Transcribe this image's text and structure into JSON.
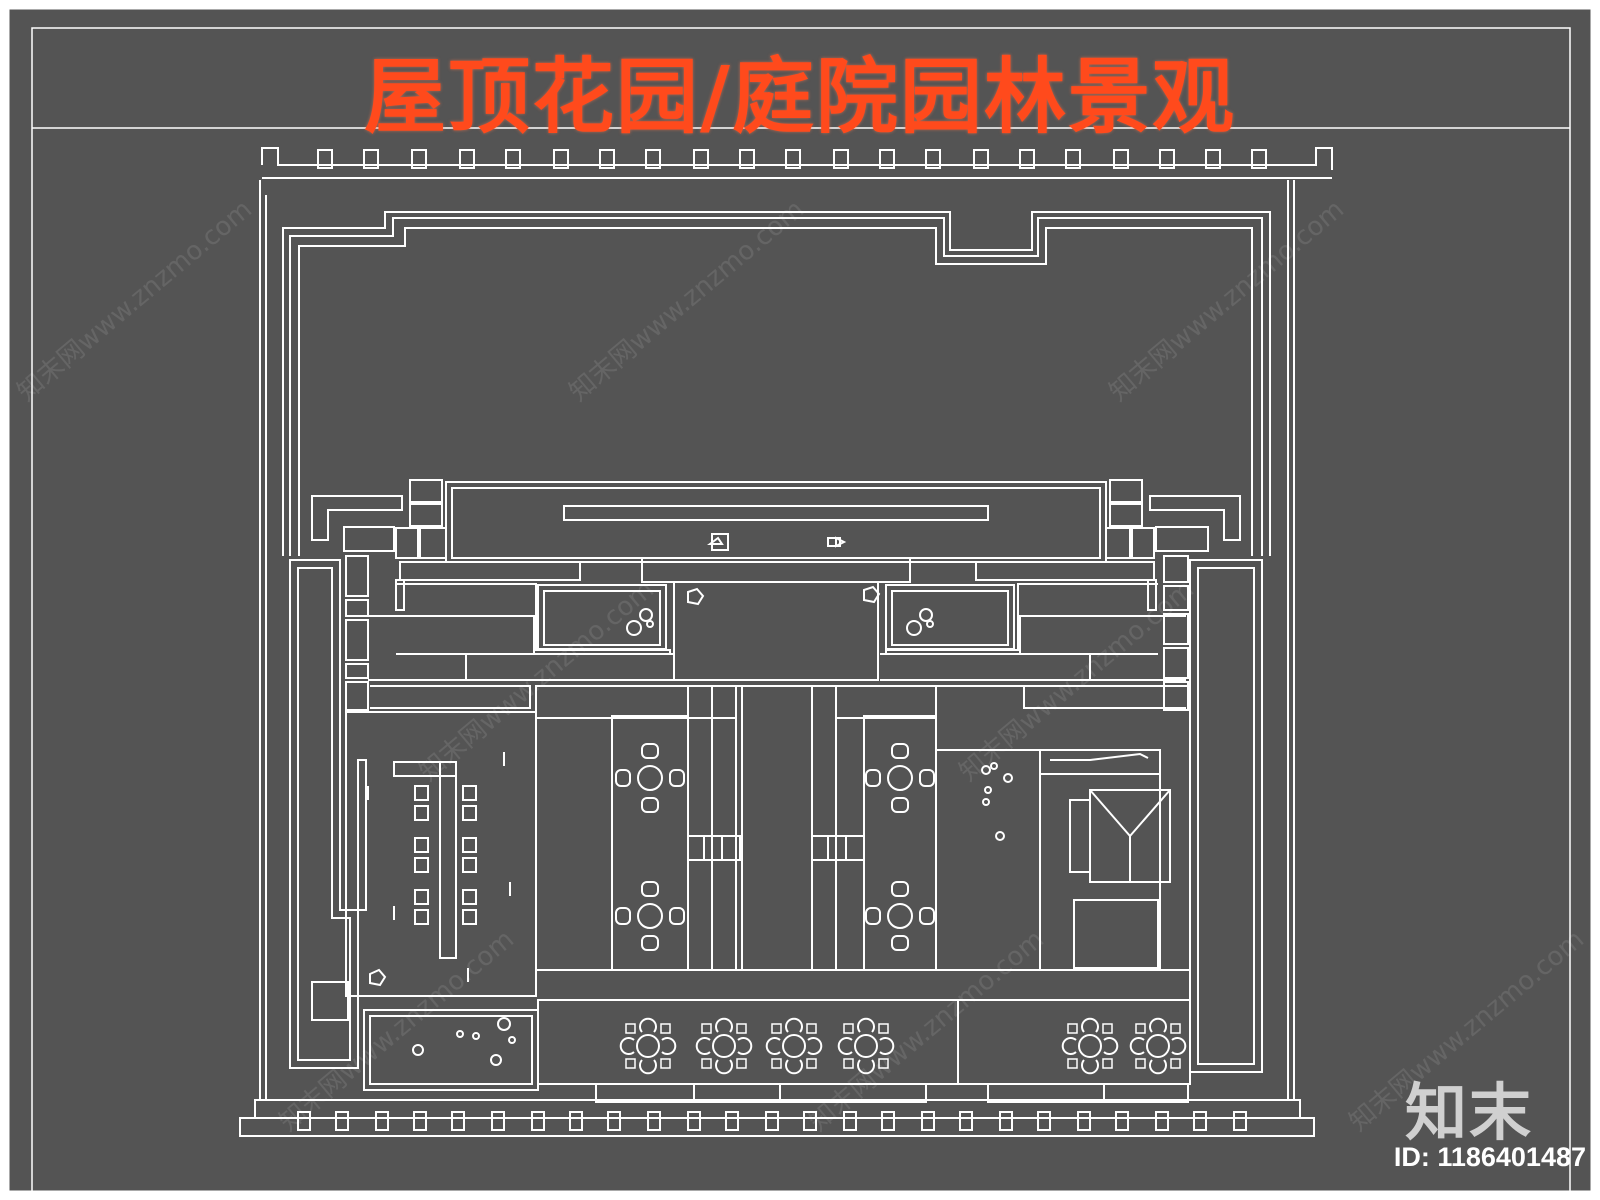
{
  "title": "屋顶花园/庭院园林景观",
  "brand": "知末",
  "id_label": "ID: 1186401487",
  "watermark": "知末网www.znzmo.com",
  "colors": {
    "background": "#545454",
    "line": "#ffffff",
    "title": "#ff4a1c",
    "page_border": "#ffffff"
  }
}
